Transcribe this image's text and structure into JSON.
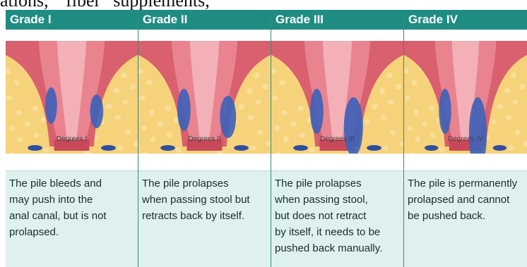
{
  "top_snippet": "ations, “ fiber” supplements,",
  "grades": [
    {
      "title": "Grade I",
      "caption": "Degrees I",
      "text": "The pile bleeds and may push into the anal canal, but is not prolapsed.",
      "lines": [
        "The pile bleeds and",
        "may push into the",
        "anal canal, but is not",
        "prolapsed."
      ]
    },
    {
      "title": "Grade II",
      "caption": "Degrees II",
      "text": "The pile prolapses when passing stool but retracts back by itself.",
      "lines": [
        "The pile prolapses",
        "when passing stool but",
        "retracts back by itself."
      ]
    },
    {
      "title": "Grade III",
      "caption": "Degrees III",
      "text": "The pile prolapses when passing stool, but does not retract by itself, it needs to be pushed back manually.",
      "lines": [
        "The pile prolapses",
        "when passing stool,",
        "but does not retract",
        "by itself, it needs to be",
        "pushed back manually."
      ]
    },
    {
      "title": "Grade IV",
      "caption": "Degrees IV",
      "text": "The pile is permanently prolapsed and cannot be pushed back.",
      "lines": [
        "The pile is permanently",
        "prolapsed and cannot",
        "be pushed back."
      ]
    }
  ],
  "colors": {
    "header_bg": "#1f8c82",
    "text_bg": "#dff1ee",
    "tissue": "#e8838f",
    "fat": "#f6d27a",
    "pile": "#3c62b8"
  },
  "icons": [
    "anatomy-illustration"
  ]
}
